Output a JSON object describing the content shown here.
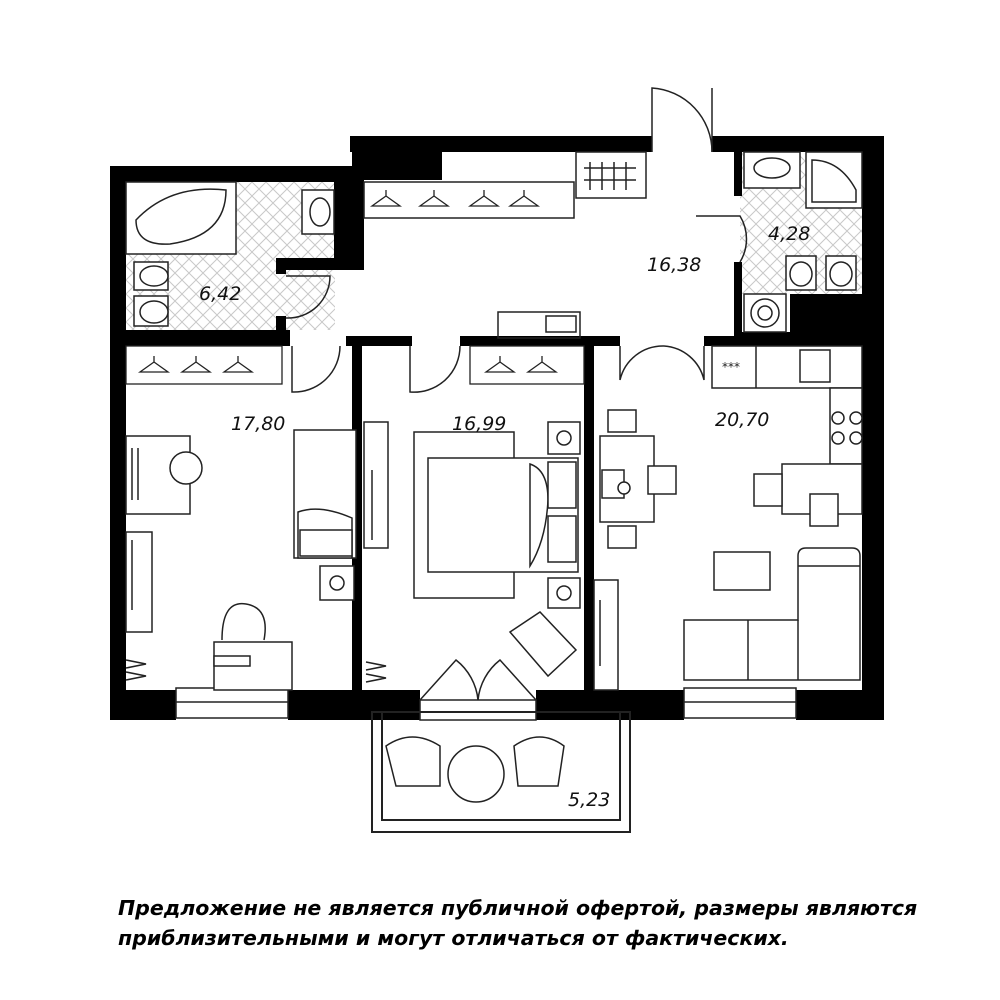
{
  "rooms": {
    "bath1": "6,42",
    "hall": "16,38",
    "bath2": "4,28",
    "room1": "17,80",
    "room2": "16,99",
    "kitchen": "20,70",
    "balcony": "5,23"
  },
  "disclaimer": {
    "line1": "Предложение не является публичной офертой, размеры являются",
    "line2": "приблизительными и могут отличаться от фактических."
  },
  "stove_marks": "***",
  "colors": {
    "wall": "#000000",
    "line": "#222222",
    "tile": "#cfcfcf"
  }
}
